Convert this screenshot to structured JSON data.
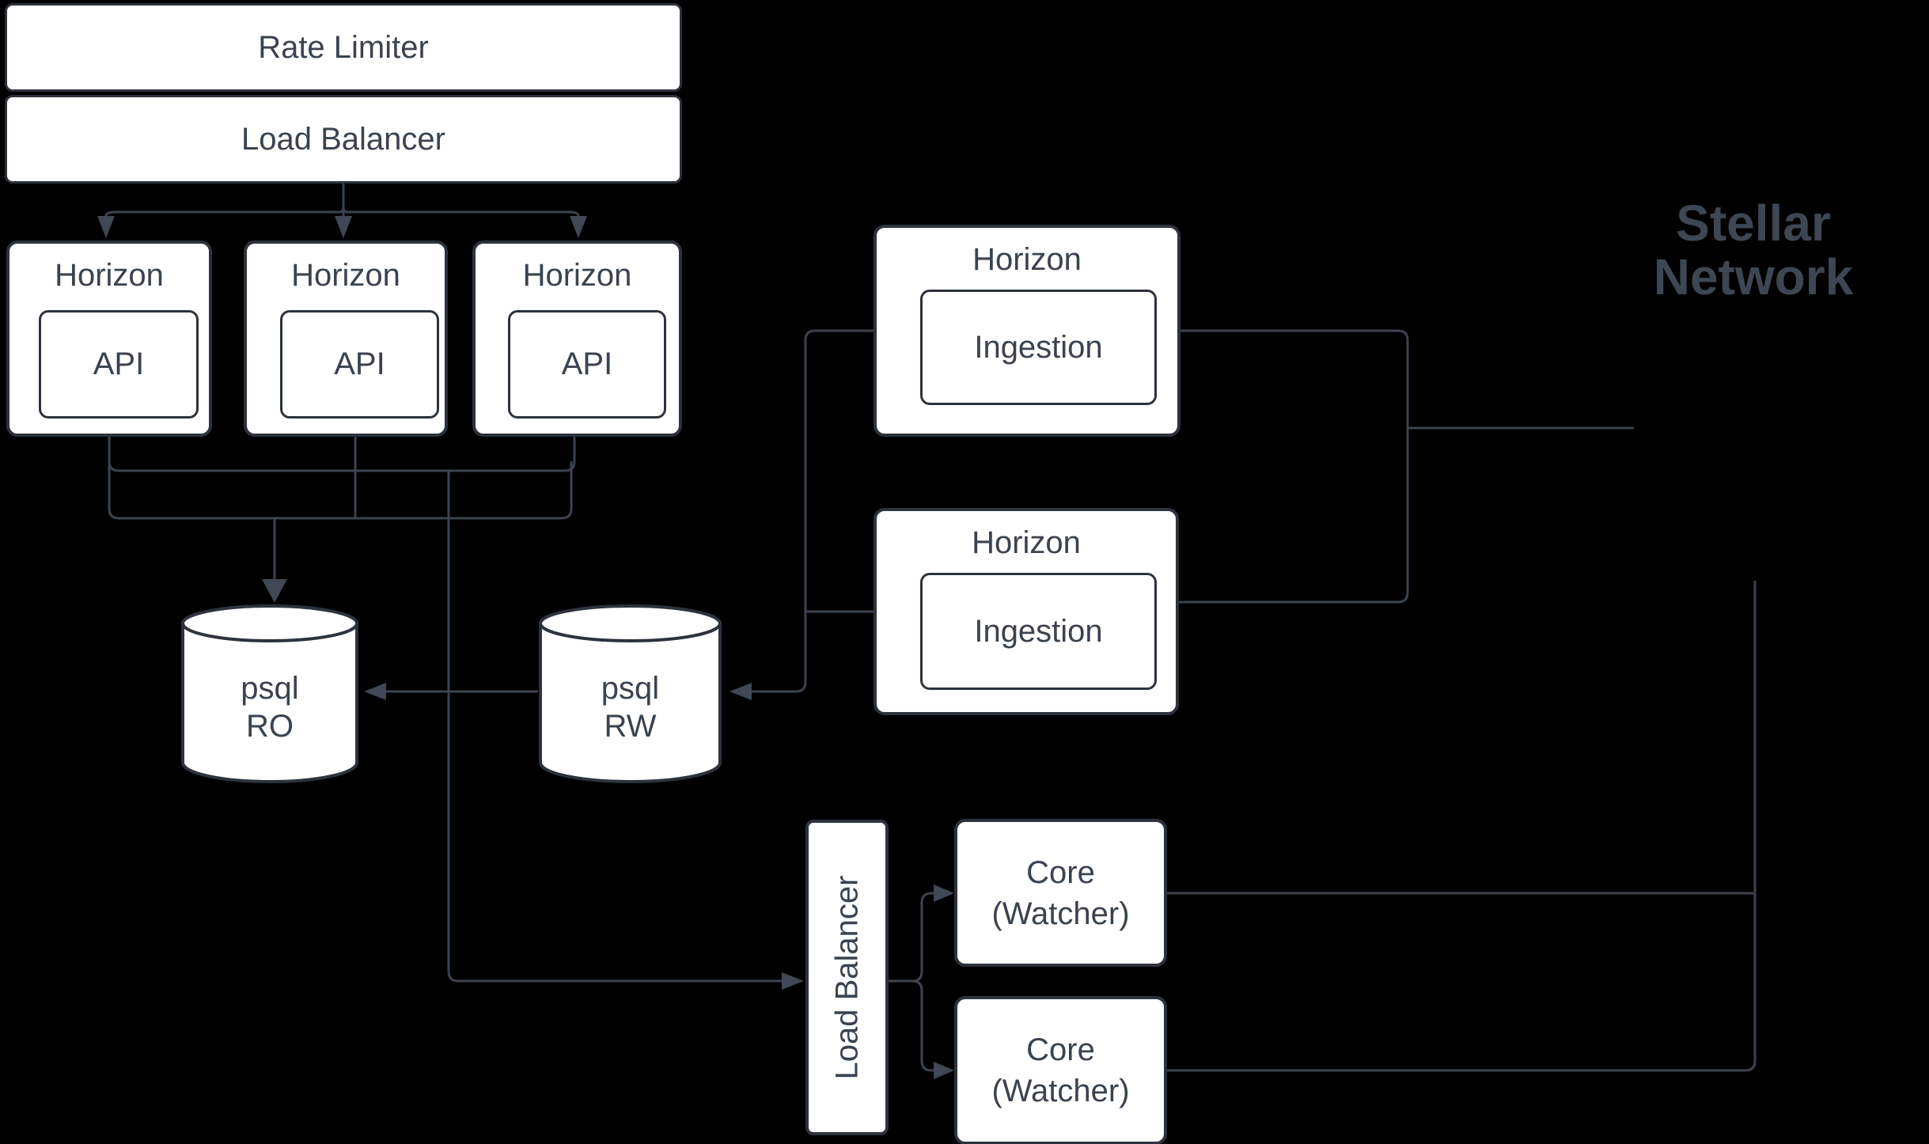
{
  "colors": {
    "background": "#000000",
    "box_fill": "#ffffff",
    "box_border": "#2d333c",
    "connector": "#3b434e",
    "arrow": "#3f4854",
    "text": "#3a434f",
    "network_label": "#3d4754"
  },
  "nodes": {
    "rate_limiter": {
      "label": "Rate Limiter"
    },
    "load_balancer_top": {
      "label": "Load Balancer"
    },
    "horizon_api_1": {
      "title": "Horizon",
      "sub": "API"
    },
    "horizon_api_2": {
      "title": "Horizon",
      "sub": "API"
    },
    "horizon_api_3": {
      "title": "Horizon",
      "sub": "API"
    },
    "horizon_ingestion_1": {
      "title": "Horizon",
      "sub": "Ingestion"
    },
    "horizon_ingestion_2": {
      "title": "Horizon",
      "sub": "Ingestion"
    },
    "psql_ro": {
      "line1": "psql",
      "line2": "RO"
    },
    "psql_rw": {
      "line1": "psql",
      "line2": "RW"
    },
    "load_balancer_vertical": {
      "label": "Load Balancer"
    },
    "core_watcher_1": {
      "line1": "Core",
      "line2": "(Watcher)"
    },
    "core_watcher_2": {
      "line1": "Core",
      "line2": "(Watcher)"
    },
    "stellar_network": {
      "line1": "Stellar",
      "line2": "Network"
    }
  }
}
